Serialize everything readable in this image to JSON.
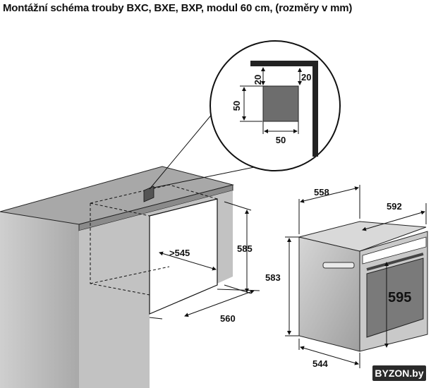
{
  "title": "Montážní schéma trouby BXC, BXE, BXP, modul 60 cm, (rozměry v mm)",
  "detail": {
    "vent_top_gap": "20",
    "vent_side_gap": "20",
    "vent_height": "50",
    "vent_width": "50"
  },
  "cabinet": {
    "depth_min": ">545",
    "height": "585",
    "width": "560"
  },
  "oven": {
    "depth_body": "558",
    "width_front": "592",
    "height_body": "583",
    "height_front": "595",
    "depth_bottom": "544"
  },
  "watermark": "BYZON.by",
  "colors": {
    "wall": "#bdbdbd",
    "vent": "#6d6d6d",
    "oven_body": "#b8b8b8",
    "oven_window": "#7a7a7a"
  }
}
